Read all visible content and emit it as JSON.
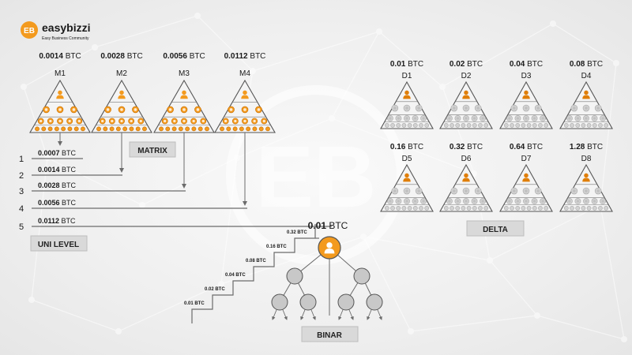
{
  "brand": {
    "name": "easybizzi",
    "tagline": "Easy Business Community",
    "logo_text": "EB"
  },
  "colors": {
    "orange": "#f39a1e",
    "dark_orange": "#e07e08",
    "gray_fill": "#e4e4e4",
    "line": "#6b6b6b"
  },
  "matrix": {
    "label": "MATRIX",
    "items": [
      {
        "price_num": "0.0014",
        "unit": "BTC",
        "name": "M1"
      },
      {
        "price_num": "0.0028",
        "unit": "BTC",
        "name": "M2"
      },
      {
        "price_num": "0.0056",
        "unit": "BTC",
        "name": "M3"
      },
      {
        "price_num": "0.0112",
        "unit": "BTC",
        "name": "M4"
      }
    ]
  },
  "unilevel": {
    "label": "UNI LEVEL",
    "levels": [
      {
        "num": "1",
        "price_num": "0.0007",
        "unit": "BTC"
      },
      {
        "num": "2",
        "price_num": "0.0014",
        "unit": "BTC"
      },
      {
        "num": "3",
        "price_num": "0.0028",
        "unit": "BTC"
      },
      {
        "num": "4",
        "price_num": "0.0056",
        "unit": "BTC"
      },
      {
        "num": "5",
        "price_num": "0.0112",
        "unit": "BTC"
      }
    ]
  },
  "delta": {
    "label": "DELTA",
    "items": [
      {
        "price_num": "0.01",
        "unit": "BTC",
        "name": "D1"
      },
      {
        "price_num": "0.02",
        "unit": "BTC",
        "name": "D2"
      },
      {
        "price_num": "0.04",
        "unit": "BTC",
        "name": "D3"
      },
      {
        "price_num": "0.08",
        "unit": "BTC",
        "name": "D4"
      },
      {
        "price_num": "0.16",
        "unit": "BTC",
        "name": "D5"
      },
      {
        "price_num": "0.32",
        "unit": "BTC",
        "name": "D6"
      },
      {
        "price_num": "0.64",
        "unit": "BTC",
        "name": "D7"
      },
      {
        "price_num": "1.28",
        "unit": "BTC",
        "name": "D8"
      }
    ]
  },
  "binar": {
    "label": "BINAR",
    "price_num": "0.01",
    "unit": "BTC",
    "steps": [
      "0.01 BTC",
      "0.02 BTC",
      "0.04 BTC",
      "0.08 BTC",
      "0.16 BTC",
      "0.32 BTC"
    ]
  }
}
